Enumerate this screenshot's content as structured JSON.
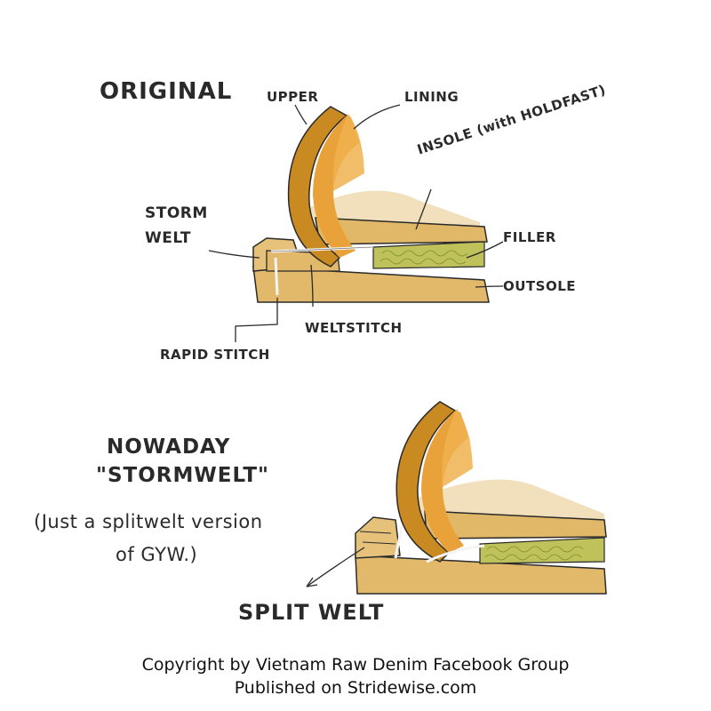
{
  "top_diagram": {
    "title": "ORIGINAL",
    "labels": {
      "upper": "UPPER",
      "lining": "LINING",
      "insole": "INSOLE (with HOLDFAST)",
      "storm_welt_line1": "STORM",
      "storm_welt_line2": "WELT",
      "filler": "FILLER",
      "outsole": "OUTSOLE",
      "weltstitch": "WELTSTITCH",
      "rapid_stitch": "RAPID STITCH"
    }
  },
  "bottom_diagram": {
    "title_line1": "NOWADAY",
    "title_line2": "\"STORMWELT\"",
    "note_line1": "(Just a splitwelt version",
    "note_line2": "of GYW.)",
    "labels": {
      "split_welt": "SPLIT WELT"
    }
  },
  "credits": {
    "line1": "Copyright by Vietnam Raw Denim Facebook Group",
    "line2": "Published on Stridewise.com"
  },
  "colors": {
    "leather_upper": "#e9a23a",
    "leather_dark": "#c98a22",
    "sole": "#e2b96a",
    "sole_light": "#edd3a0",
    "filler": "#bfc25a",
    "ink": "#2a2a2a"
  }
}
